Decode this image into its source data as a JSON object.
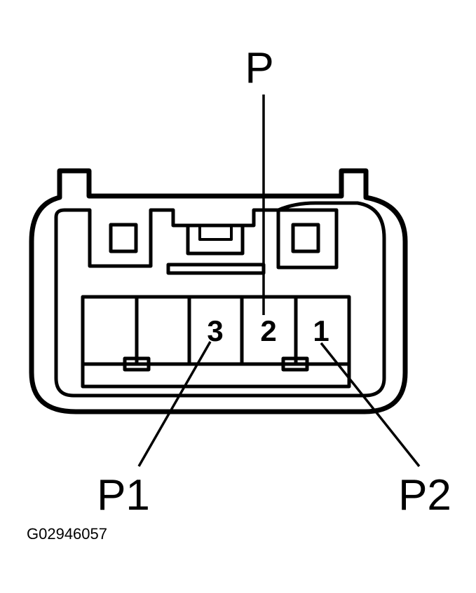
{
  "connector": {
    "callouts": {
      "top": "P",
      "left": "P1",
      "right": "P2"
    },
    "cavities": [
      {
        "id": "cavity-5",
        "label": ""
      },
      {
        "id": "cavity-4",
        "label": ""
      },
      {
        "id": "cavity-3",
        "label": "3"
      },
      {
        "id": "cavity-2",
        "label": "2"
      },
      {
        "id": "cavity-1",
        "label": "1"
      }
    ]
  },
  "figure_id": "G02946057"
}
